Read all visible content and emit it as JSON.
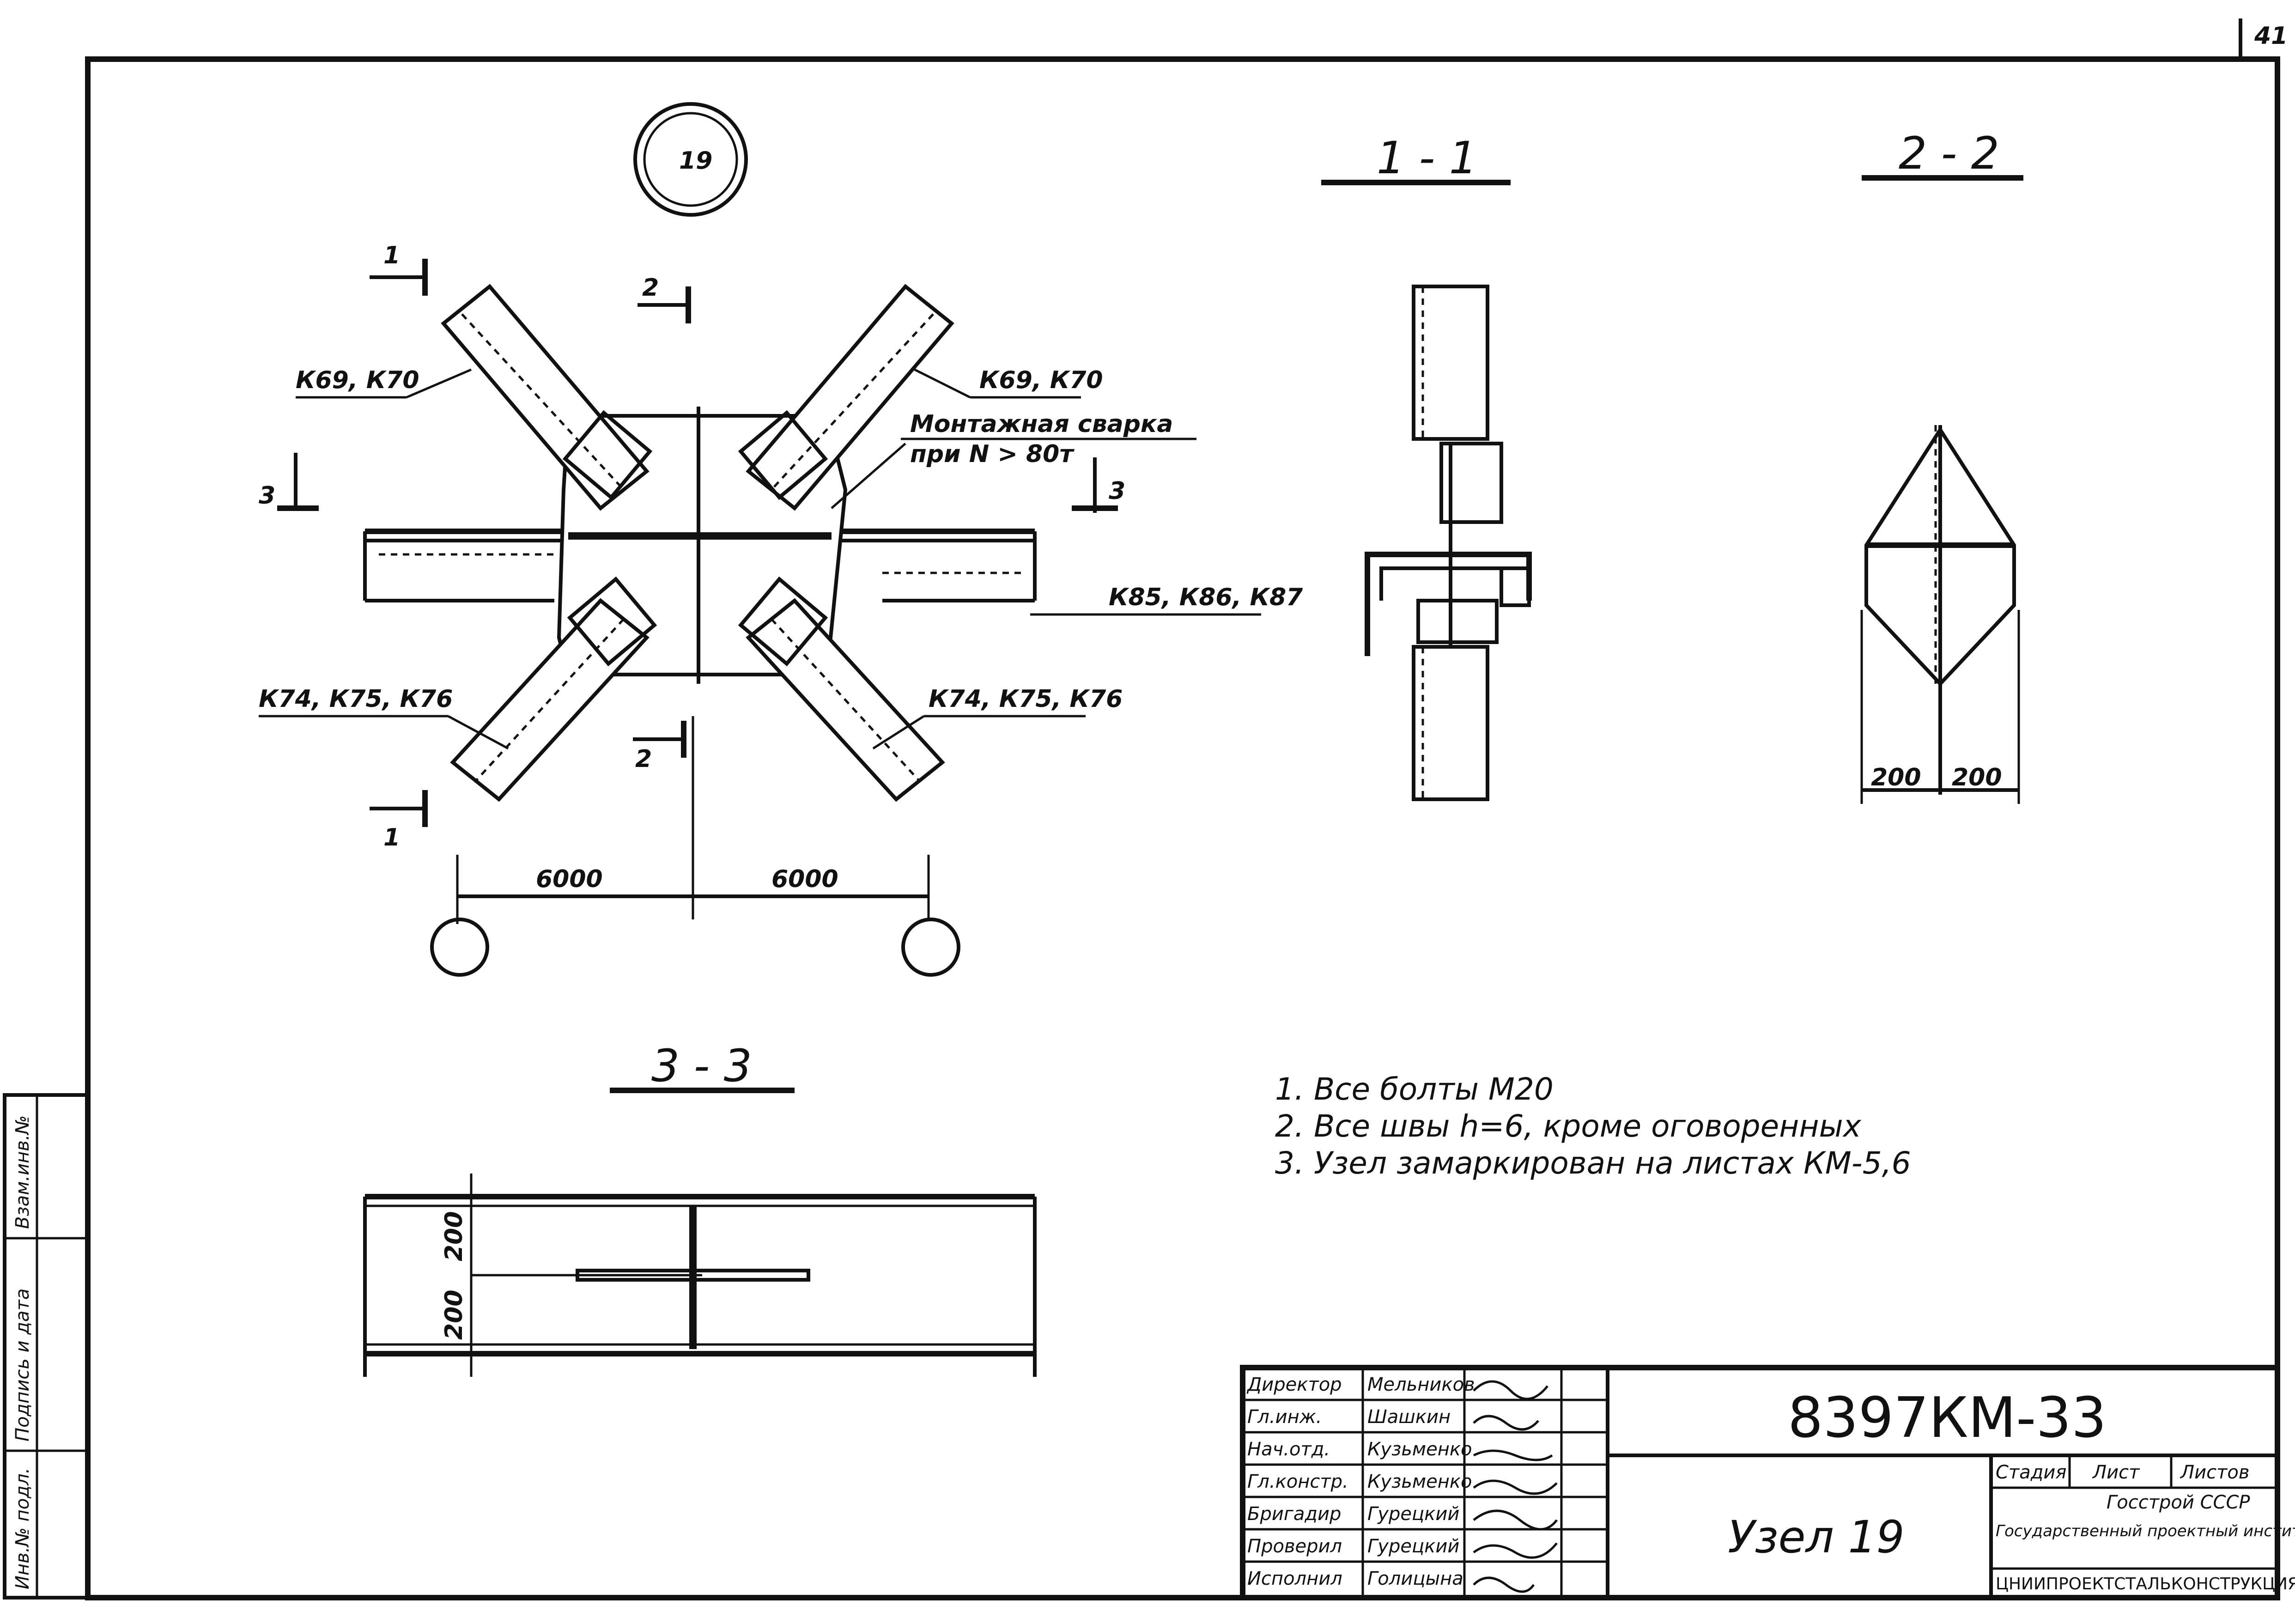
{
  "sheet": {
    "page_number": "41",
    "node_number": "19",
    "sections": {
      "s11": "1 - 1",
      "s22": "2 - 2",
      "s33": "3 - 3"
    },
    "cut_marks": {
      "c1_top": "1",
      "c1_bottom": "1",
      "c2_top": "2",
      "c2_bottom": "2",
      "c3_left": "3",
      "c3_right": "3"
    },
    "member_labels": {
      "top_left": "К69, К70",
      "top_right": "К69, К70",
      "bottom_left": "К74, К75, К76",
      "bottom_right": "К74, К75, К76",
      "chord": "К85, К86, К87",
      "weld_line1": "Монтажная сварка",
      "weld_line2": "при N > 80т"
    },
    "dimensions": {
      "span_left": "6000",
      "span_right": "6000",
      "s22_left": "200",
      "s22_right": "200",
      "s33_top": "200",
      "s33_bottom": "200"
    },
    "notes": [
      "1.  Все болты М20",
      "2.  Все швы h=6,  кроме оговоренных",
      "3.  Узел замаркирован  на листах КМ-5,6"
    ],
    "side_stamp": [
      "Инв.№ подл.",
      "Подпись и дата",
      "Взам.инв.№"
    ]
  },
  "title_block": {
    "code": "8397КМ-33",
    "title": "Узел 19",
    "roles": [
      "Директор",
      "Гл.инж.",
      "Нач.отд.",
      "Гл.констр.",
      "Бригадир",
      "Проверил",
      "Исполнил"
    ],
    "names": [
      "Мельников",
      "Шашкин",
      "Кузьменко",
      "Кузьменко",
      "Гурецкий",
      "Гурецкий",
      "Голицына"
    ],
    "stage_label": "Стадия",
    "sheet_label": "Лист",
    "sheets_label": "Листов",
    "org1": "Госстрой СССР",
    "org2": "Государственный проектный институт",
    "org3": "ЦНИИПРОЕКТСТАЛЬКОНСТРУКЦИЯ"
  }
}
